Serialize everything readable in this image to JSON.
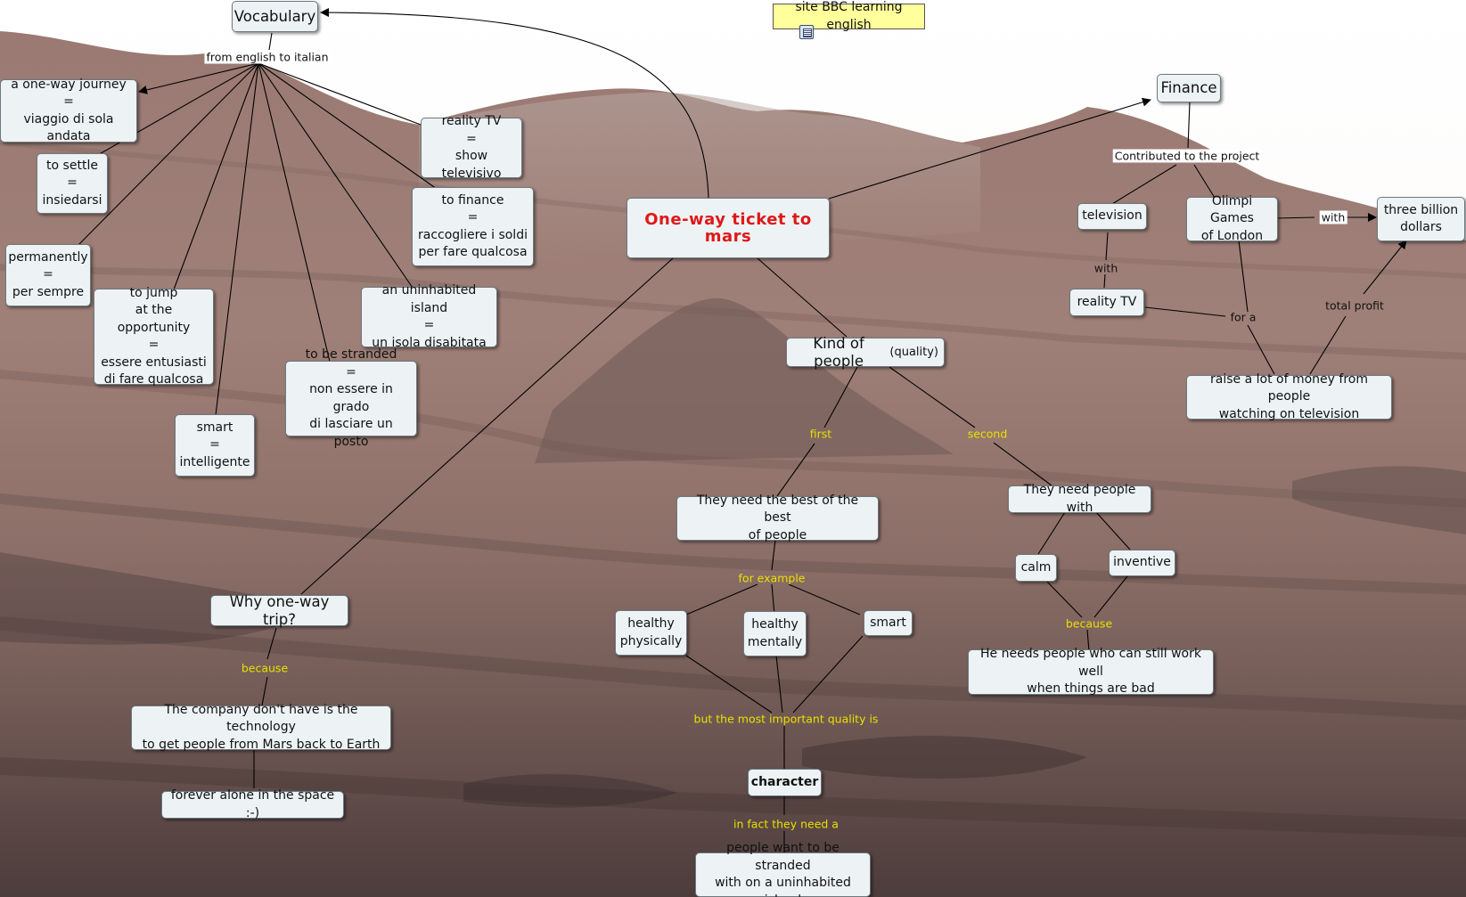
{
  "map": {
    "title_node": "One-way ticket to mars",
    "note": "site BBC learning english",
    "vocabulary": {
      "title": "Vocabulary",
      "link_label": "from english to italian",
      "entries": [
        "a one-way journey\n=\nviaggio di sola andata",
        "to settle\n=\ninsiedarsi",
        "permanently\n=\nper sempre",
        "to jump\nat the opportunity\n=\nessere entusiasti\ndi fare qualcosa",
        "smart\n=\nintelligente",
        "to be stranded\n=\nnon essere in grado\ndi lasciare un posto",
        "an uninhabited island\n=\nun isola disabitata",
        "to finance\n=\nraccogliere i soldi\nper fare qualcosa",
        "reality TV\n=\nshow televisivo"
      ]
    },
    "why": {
      "question": "Why one-way trip?",
      "link_because": "because",
      "answer": "The company don't have is the technology\nto get people from Mars back to Earth",
      "consequence": "forever alone in the space :-)"
    },
    "finance": {
      "title": "Finance",
      "link_contributed": "Contributed to the project",
      "television": "television",
      "olympics": "Olimpi Games\nof London",
      "link_with_1": "with",
      "three_billion": "three billion\ndollars",
      "link_with_2": "with",
      "reality_tv": "reality TV",
      "link_for_a": "for a",
      "link_total_profit": "total profit",
      "raise_money": "raise a lot of money from people\nwatching on television"
    },
    "people": {
      "title": "Kind of people",
      "qualifier": "(quality)",
      "link_first": "first",
      "link_second": "second",
      "best": "They need the best of the best\nof people",
      "need_with": "They need people with",
      "link_for_example": "for example",
      "healthy_physically": "healthy\nphysically",
      "healthy_mentally": "healthy\nmentally",
      "smart": "smart",
      "calm": "calm",
      "inventive": "inventive",
      "link_because": "because",
      "work_well": "He needs people who can still work well\nwhen things are bad",
      "link_important": "but the most important quality is",
      "character": "character",
      "link_in_fact": "in fact they need a",
      "stranded": "people want to be stranded\nwith on a uninhabited island"
    },
    "icons": {
      "note_attachment": "document-icon"
    }
  }
}
